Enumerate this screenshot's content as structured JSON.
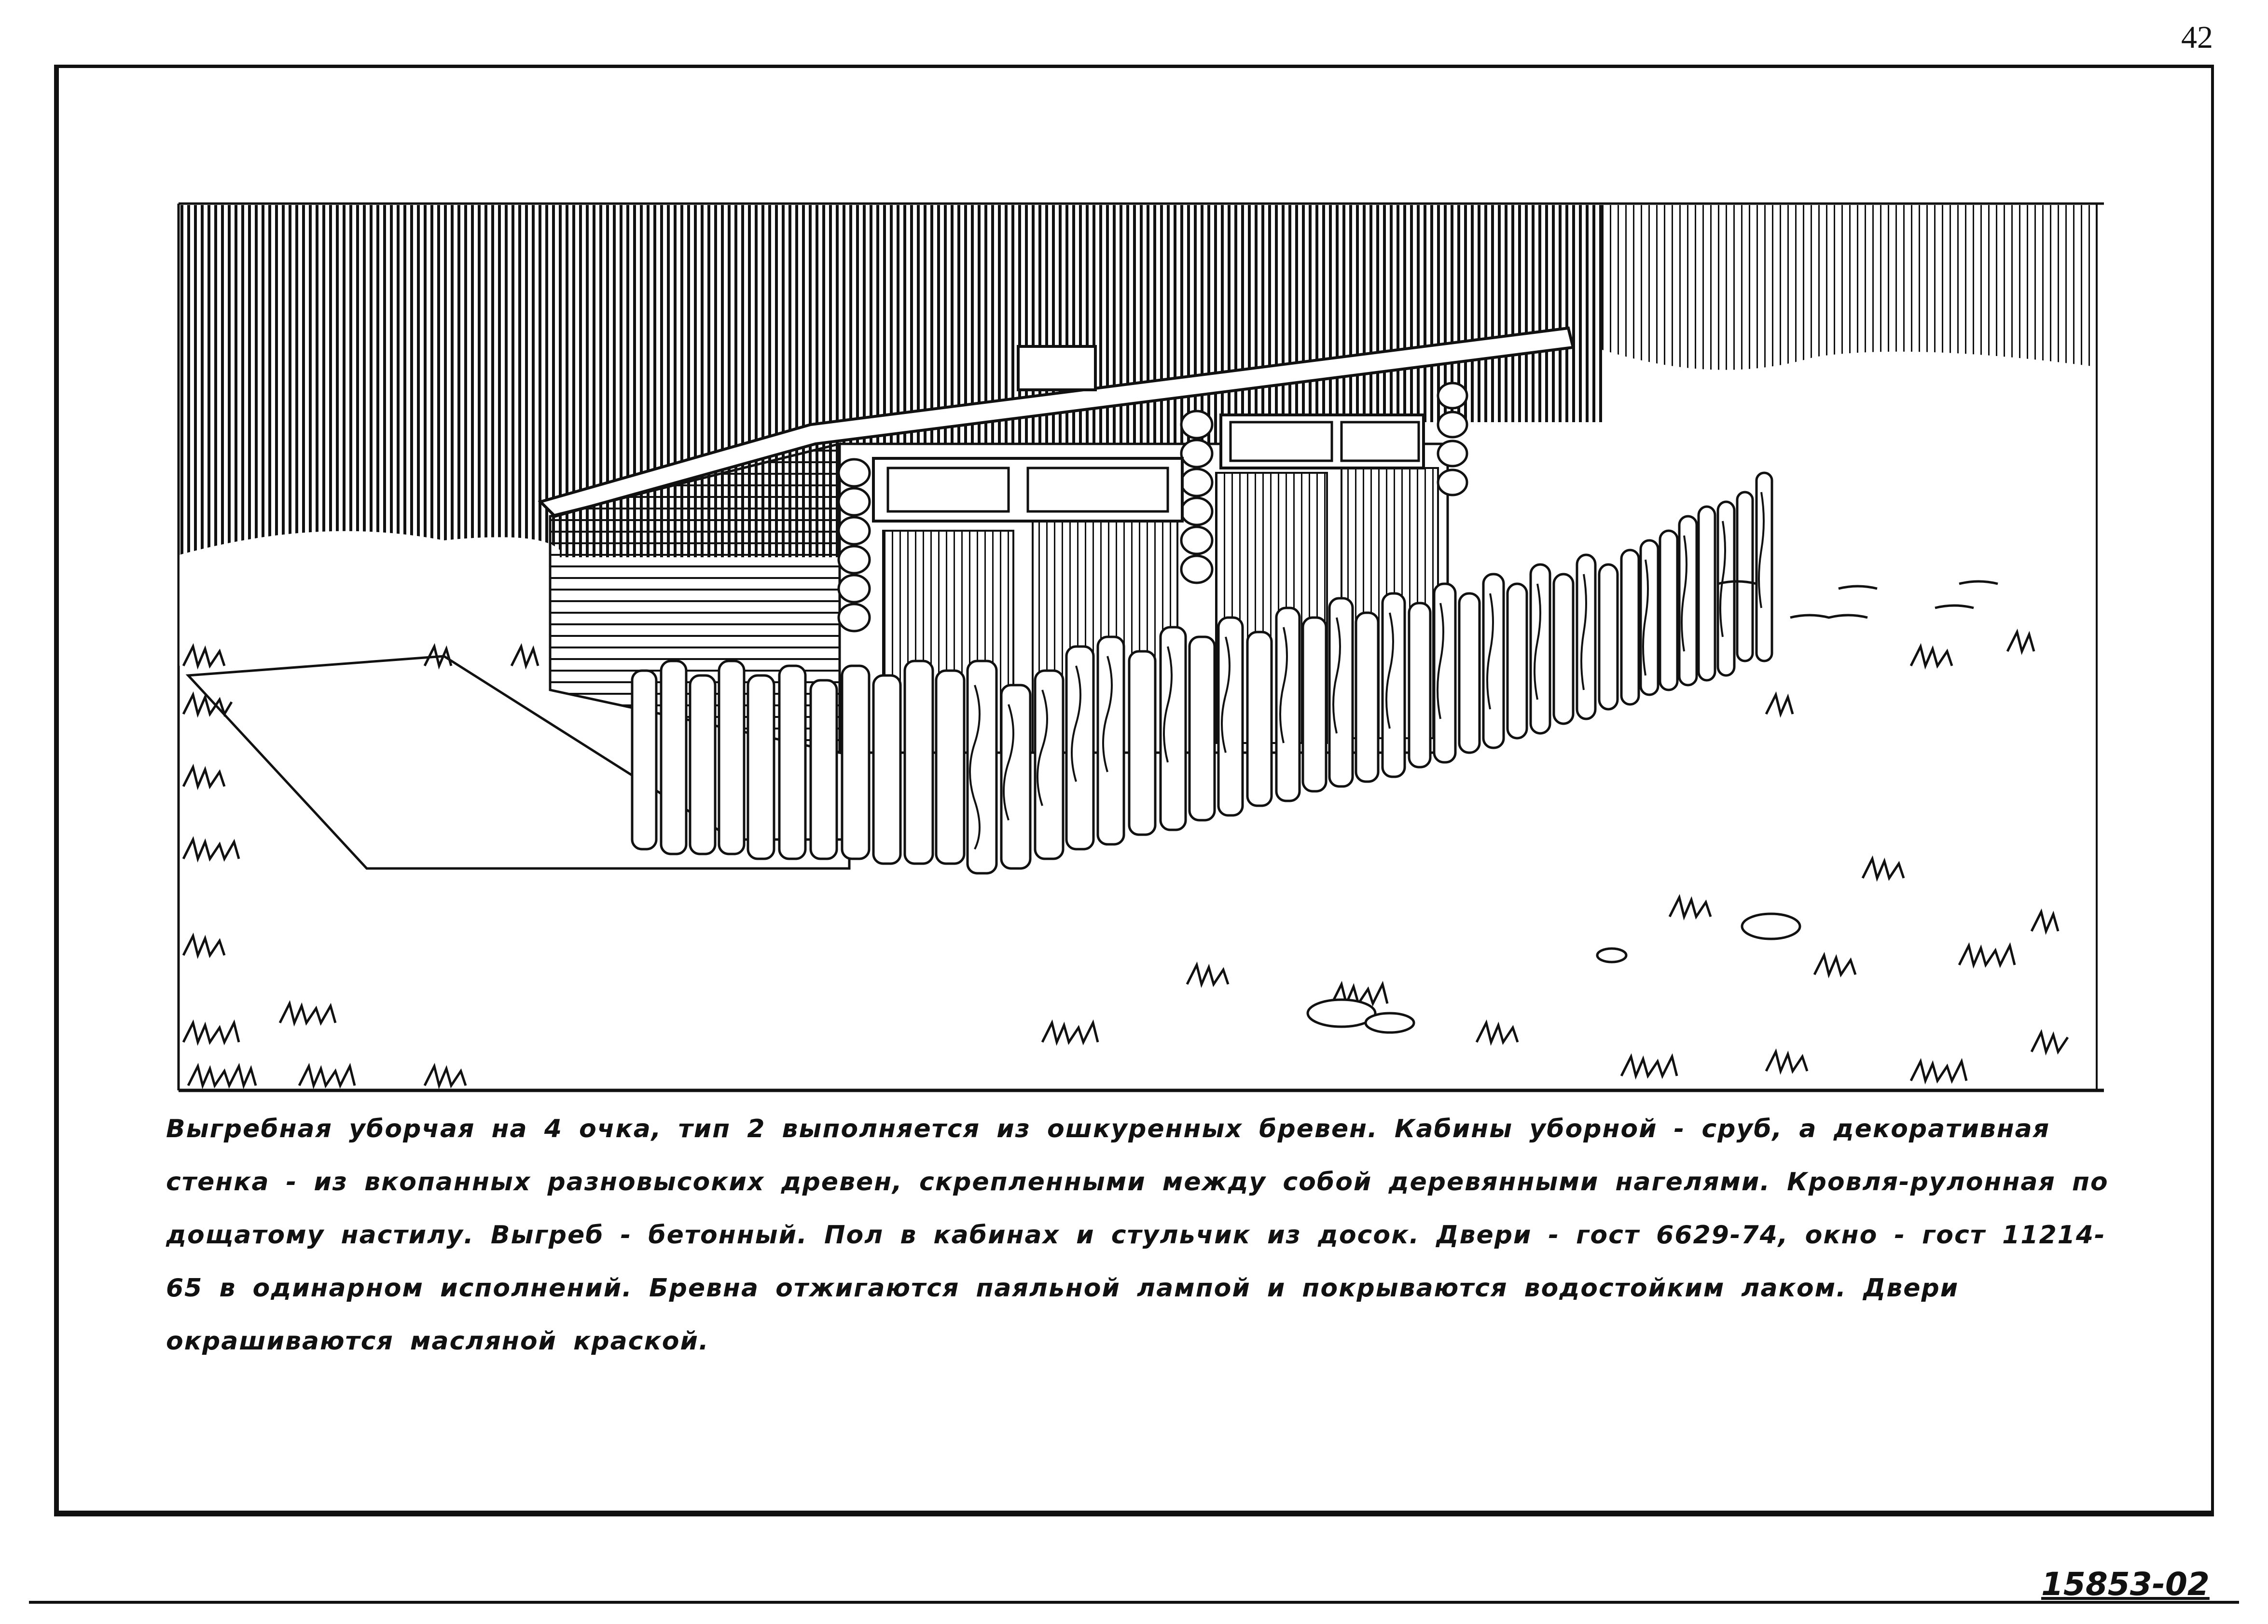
{
  "page_number": "42",
  "caption": "Выгребная уборчая на 4 очка, тип 2 выполняется из ошкуренных бревен. Кабины уборной - сруб, а декоративная стенка - из вкопанных разновысоких древен, скрепленными между собой деревянными нагелями. Кровля-рулонная по дощатому настилу. Выгреб - бетонный. Пол в кабинах и стульчик из досок. Двери - гост 6629-74, окно - гост 11214-65 в одинарном исполнений. Бревна отжигаются паяльной лампой и покрываются водостойким лаком. Двери окрашиваются масляной краской.",
  "document_code": "15853-02",
  "illustration": {
    "subject": "log-cabin-toilet-with-palisade-fence"
  }
}
